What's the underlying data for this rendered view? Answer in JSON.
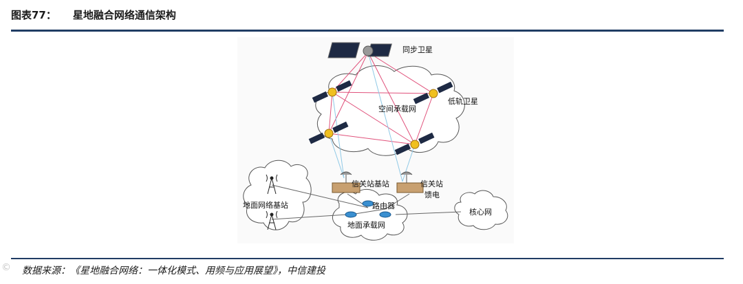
{
  "header": {
    "figure_number": "图表77：",
    "title": "星地融合网络通信架构"
  },
  "diagram": {
    "labels": {
      "geo_satellite": "同步卫星",
      "space_network": "空间承载网",
      "leo_satellite": "低轨卫星",
      "gateway_base": "信关站基站",
      "gateway": "信关站",
      "feed": "馈电",
      "ground_bs": "地面网络基站",
      "router": "路由器",
      "ground_network": "地面承载网",
      "core_network": "核心网"
    }
  },
  "footer": {
    "source": "数据来源：《星地融合网络：一体化模式、用频与应用展望》，中信建投",
    "watermark": "©"
  },
  "colors": {
    "accent": "#1f3c64",
    "sat_link": "#e0507a",
    "feeder_link": "#8fc9e6"
  }
}
